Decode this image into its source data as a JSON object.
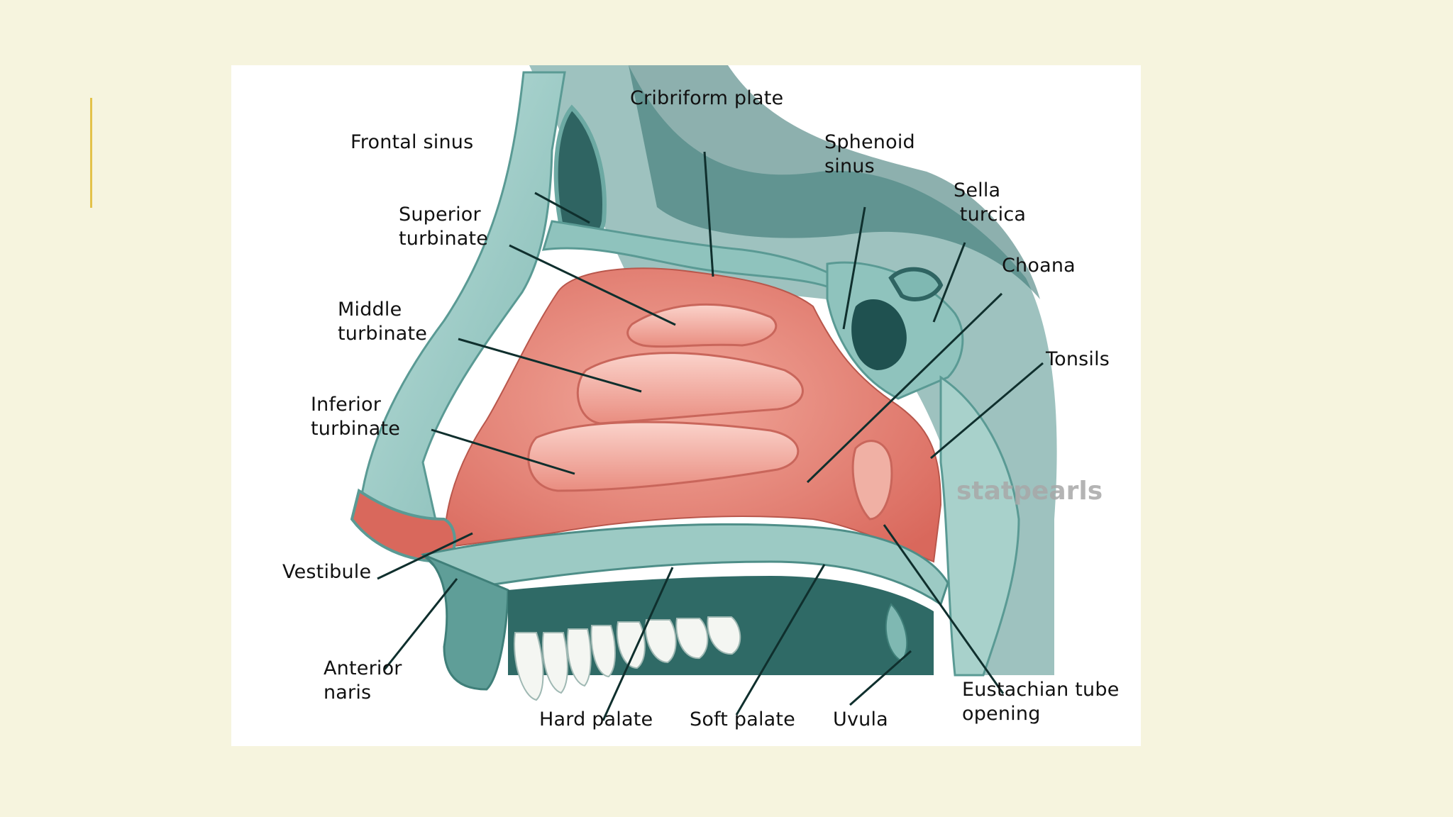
{
  "slide": {
    "accent_color": "#e3c24a",
    "background": "#f6f4de"
  },
  "diagram": {
    "watermark": "statpearls",
    "labels": {
      "cribriform_plate": "Cribriform plate",
      "frontal_sinus": "Frontal sinus",
      "sphenoid_sinus": "Sphenoid\nsinus",
      "sella_turcica": "Sella\n turcica",
      "superior_turbinate": "Superior\nturbinate",
      "choana": "Choana",
      "middle_turbinate": "Middle\nturbinate",
      "tonsils": "Tonsils",
      "inferior_turbinate": "Inferior\nturbinate",
      "vestibule": "Vestibule",
      "anterior_naris": "Anterior\nnaris",
      "hard_palate": "Hard palate",
      "soft_palate": "Soft palate",
      "uvula": "Uvula",
      "eustachian_tube_opening": "Eustachian tube\nopening"
    }
  }
}
